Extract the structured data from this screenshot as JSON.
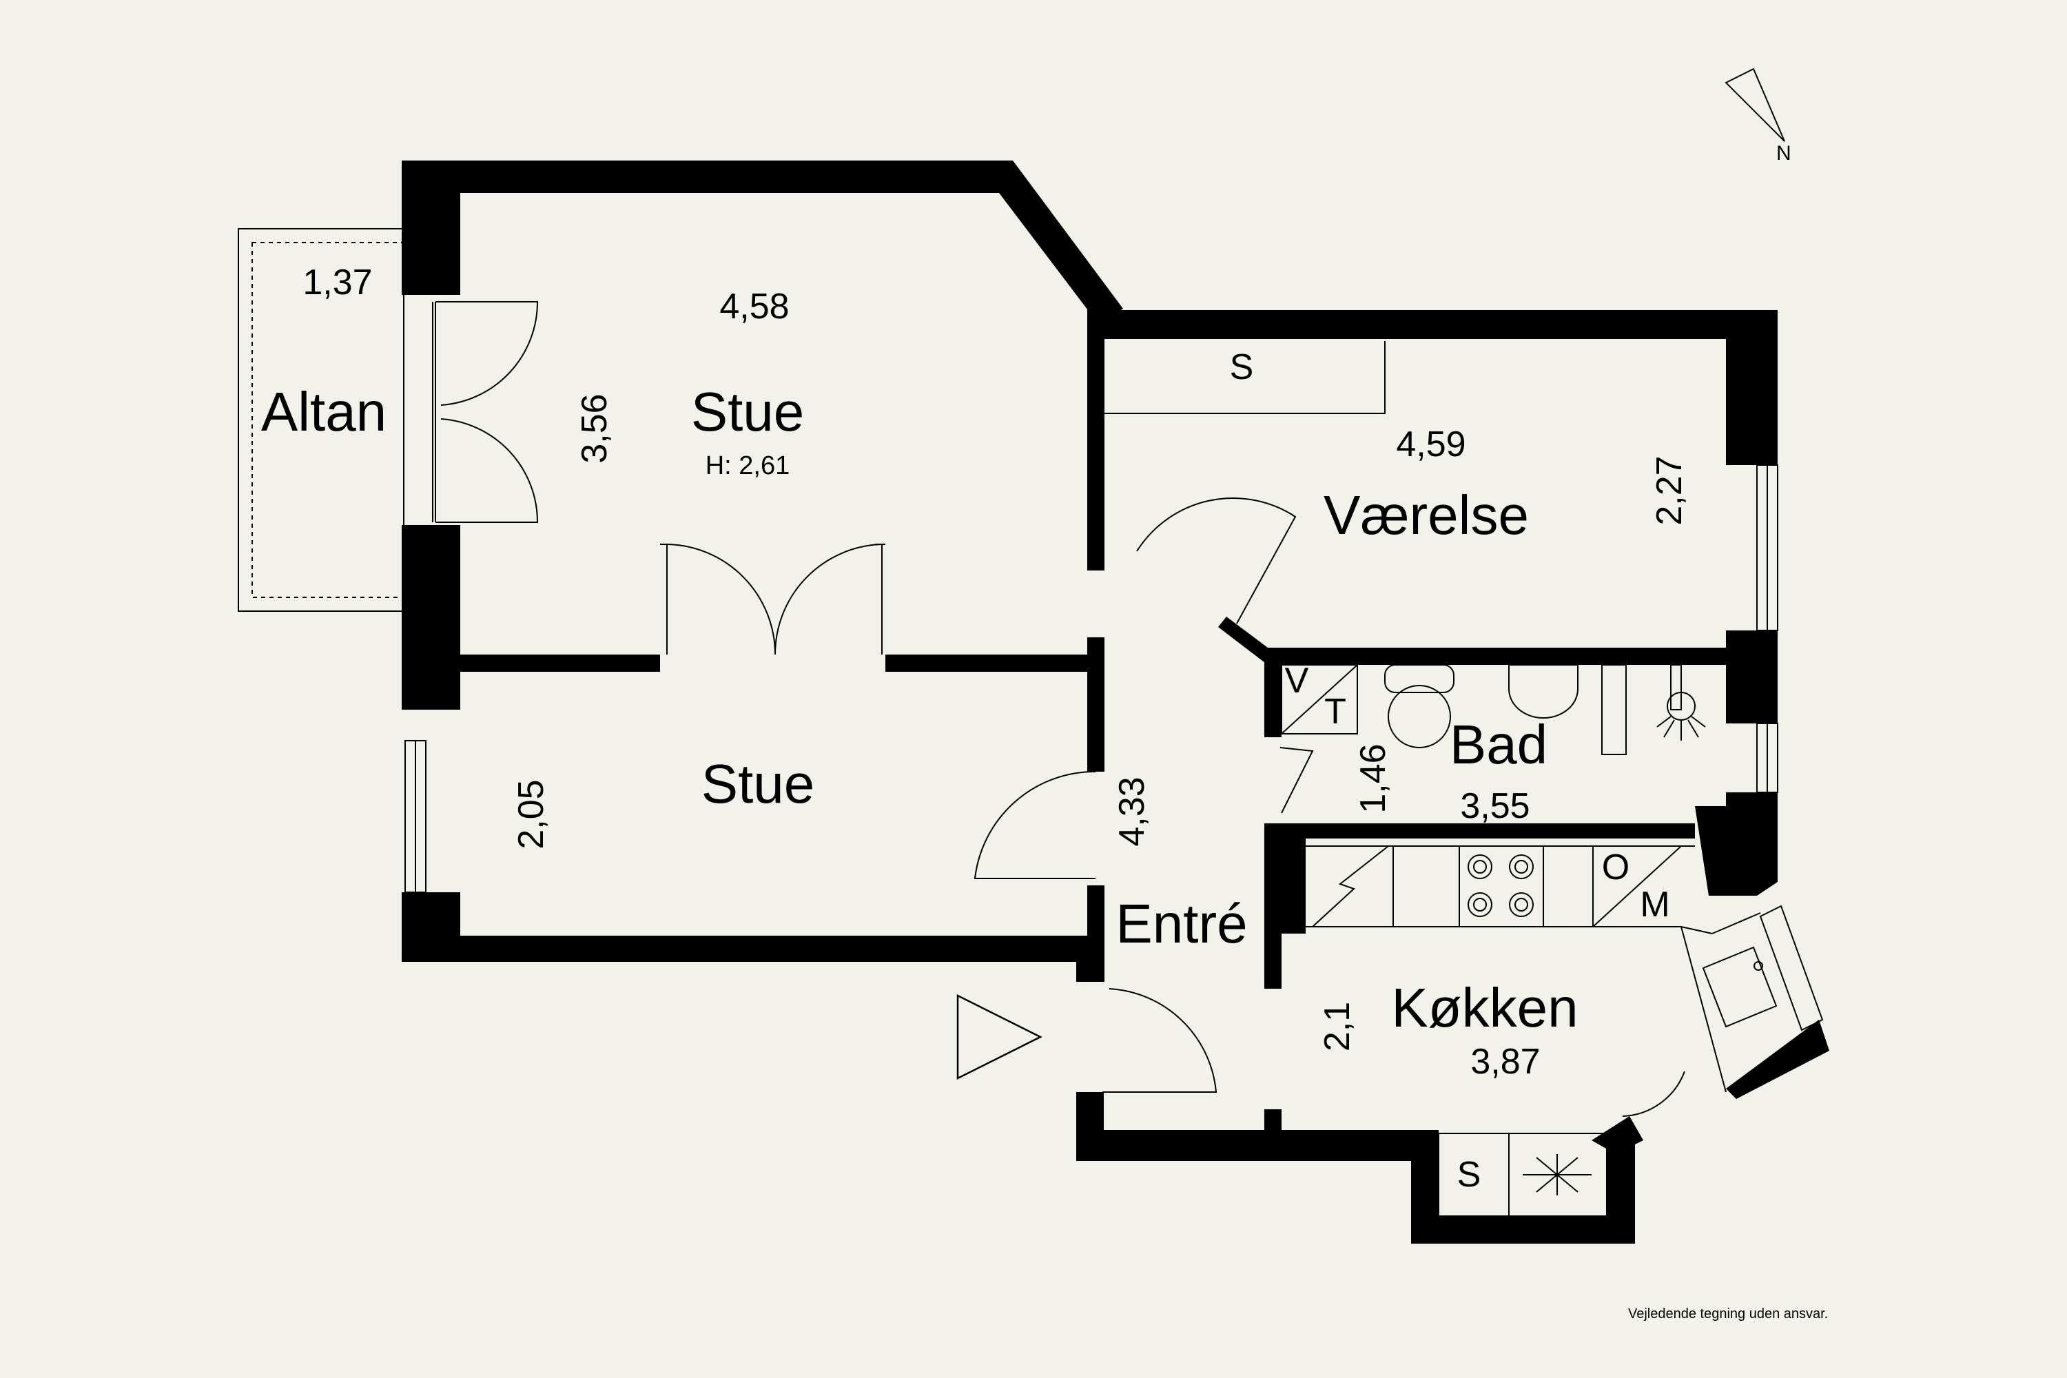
{
  "rooms": {
    "altan": {
      "name": "Altan",
      "dim_w": "1,37"
    },
    "stue_top": {
      "name": "Stue",
      "height": "H: 2,61",
      "dim_w": "4,58",
      "dim_h": "3,56"
    },
    "stue_bottom": {
      "name": "Stue",
      "dim_h": "2,05"
    },
    "vaerelse": {
      "name": "Værelse",
      "dim_w": "4,59",
      "dim_h": "2,27",
      "closet": "S"
    },
    "bad": {
      "name": "Bad",
      "dim_w": "3,55",
      "dim_h": "1,46",
      "v": "V",
      "t": "T"
    },
    "entre": {
      "name": "Entré",
      "dim_h": "4,33"
    },
    "kokken": {
      "name": "Køkken",
      "dim_w": "3,87",
      "dim_h": "2,1",
      "o": "O",
      "m": "M",
      "closet": "S"
    }
  },
  "compass": {
    "label": "N"
  },
  "disclaimer": "Vejledende tegning uden ansvar."
}
